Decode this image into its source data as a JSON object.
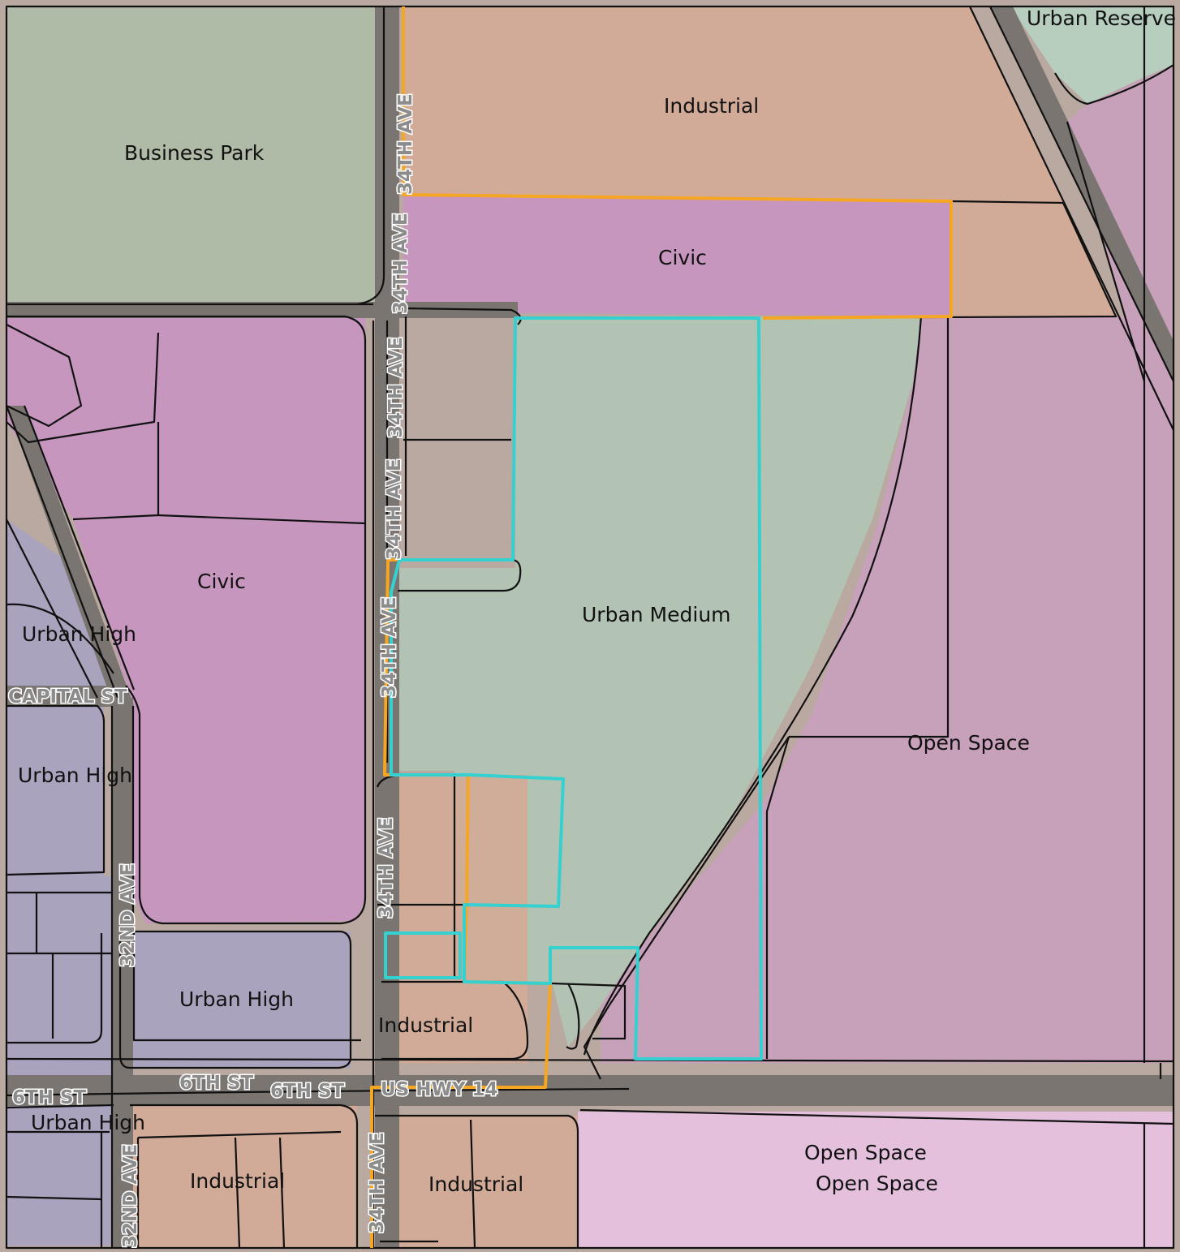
{
  "map": {
    "colors": {
      "business_park": "#aebda6",
      "industrial": "#d2ab97",
      "civic": "#c895c0",
      "urban_medium": "#b1c6b4",
      "urban_high": "#a8a3c0",
      "open_space": "#c8a0bc",
      "open_space_south": "#e7c2e2",
      "urban_reserve": "#b6d0c0",
      "orange_boundary": "#f5a623",
      "cyan_boundary": "#35d0d0",
      "road": "#7a7570"
    },
    "zones": {
      "business_park": "Business Park",
      "industrial_north": "Industrial",
      "civic_north": "Civic",
      "urban_reserve": "Urban Reserve",
      "civic_west": "Civic",
      "urban_high_west": "Urban High",
      "urban_high_west2": "Urban High",
      "urban_medium": "Urban Medium",
      "open_space_east": "Open Space",
      "urban_high_south": "Urban High",
      "industrial_mid": "Industrial",
      "urban_high_sw": "Urban High",
      "industrial_sw": "Industrial",
      "industrial_south": "Industrial",
      "open_space_s1": "Open Space",
      "open_space_s2": "Open Space"
    },
    "streets": {
      "ave34_a": "34TH AVE",
      "ave34_b": "34TH AVE",
      "ave34_c": "34TH AVE",
      "ave34_d": "34TH AVE",
      "ave34_e": "34TH AVE",
      "ave34_f": "34TH AVE",
      "ave34_g": "34TH AVE",
      "capital_st": "CAPITAL ST",
      "ave32_a": "32ND AVE",
      "ave32_b": "32ND AVE",
      "st6_a": "6TH ST",
      "st6_b": "6TH ST",
      "st6_c": "6TH ST",
      "hwy14": "US HWY 14"
    }
  }
}
